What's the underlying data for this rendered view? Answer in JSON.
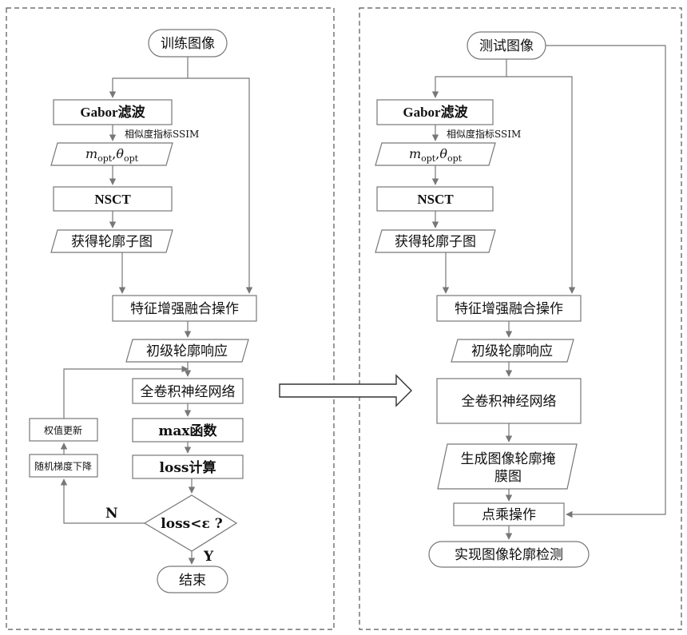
{
  "left": {
    "start": "训练图像",
    "gabor": "Gabor滤波",
    "ssim": "相似度指标SSIM",
    "m_sym": "m",
    "theta_sym": "θ",
    "opt_sub": "opt",
    "comma": ",",
    "nsct": "NSCT",
    "contour_sub": "获得轮廓子图",
    "fusion": "特征增强融合操作",
    "primary": "初级轮廓响应",
    "fcn": "全卷积神经网络",
    "max": "max函数",
    "loss": "loss计算",
    "decision": "loss<ε ?",
    "no": "N",
    "yes": "Y",
    "end": "结束",
    "weight_update": "权值更新",
    "sgd": "随机梯度下降"
  },
  "right": {
    "start": "测试图像",
    "gabor": "Gabor滤波",
    "ssim": "相似度指标SSIM",
    "m_sym": "m",
    "theta_sym": "θ",
    "opt_sub": "opt",
    "comma": ",",
    "nsct": "NSCT",
    "contour_sub": "获得轮廓子图",
    "fusion": "特征增强融合操作",
    "primary": "初级轮廓响应",
    "fcn": "全卷积神经网络",
    "mask_line1": "生成图像轮廓掩",
    "mask_line2": "膜图",
    "dot": "点乘操作",
    "final": "实现图像轮廓检测"
  },
  "colors": {
    "stroke": "#777777",
    "panel": "#555555",
    "text": "#111111"
  }
}
